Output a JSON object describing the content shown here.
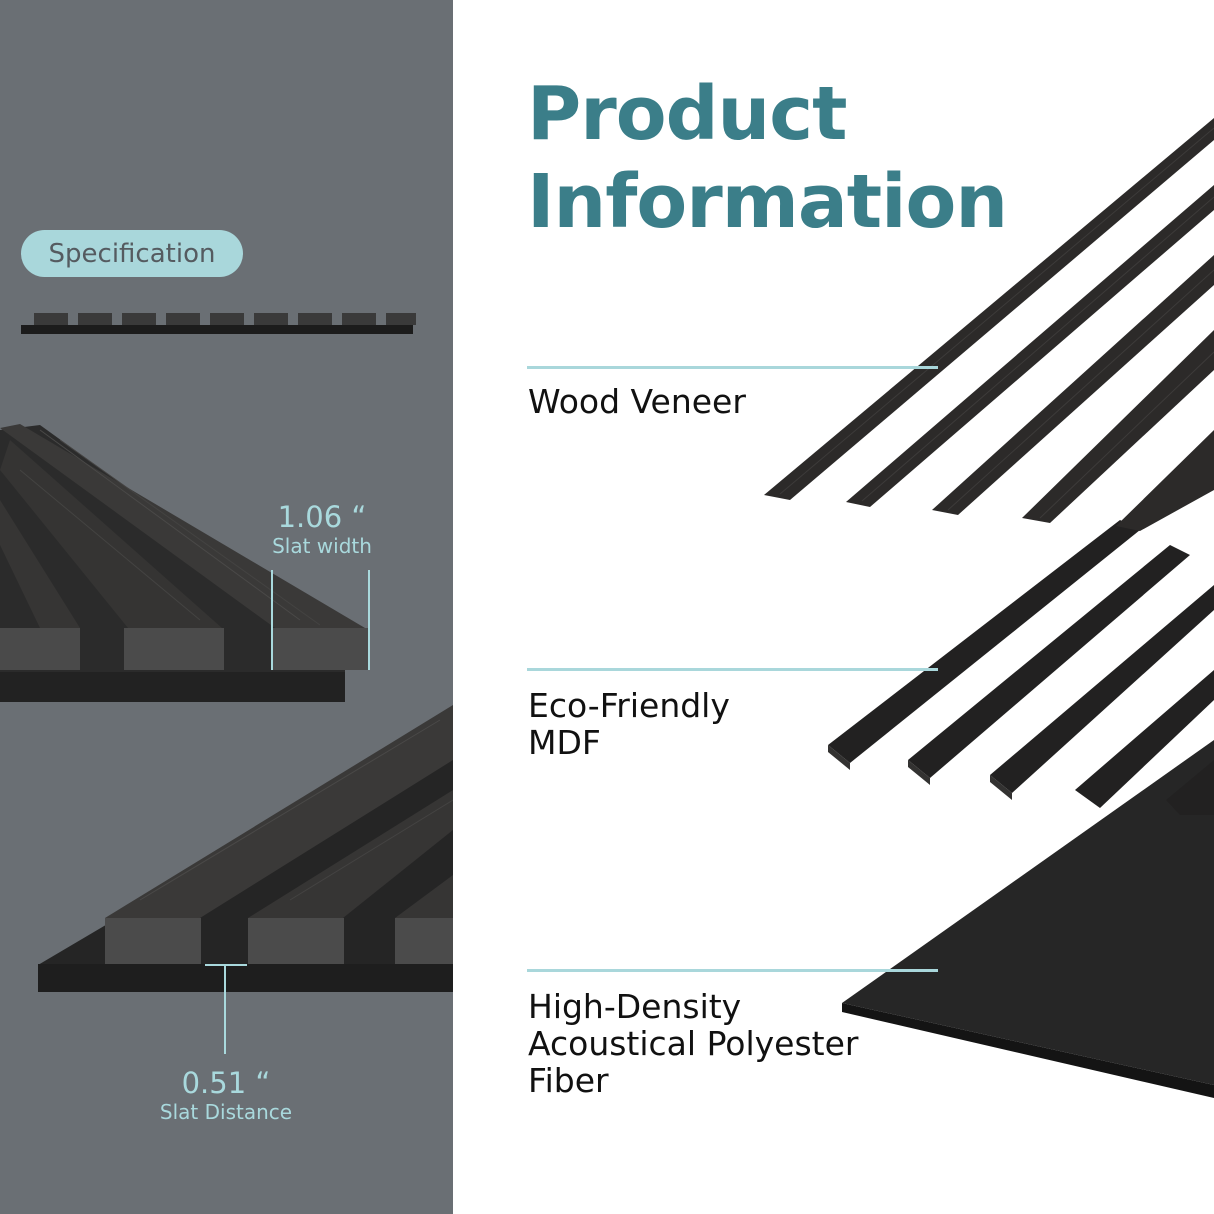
{
  "left_panel": {
    "spec_label": "Specification",
    "slat_width": {
      "value": "1.06 “",
      "caption": "Slat width"
    },
    "slat_distance": {
      "value": "0.51 “",
      "caption": "Slat Distance"
    }
  },
  "title": {
    "line1": "Product",
    "line2": "Information"
  },
  "layers": [
    {
      "label": "Wood Veneer"
    },
    {
      "label": "Eco-Friendly\nMDF"
    },
    {
      "label": "High-Density\nAcoustical Polyester\nFiber"
    }
  ],
  "colors": {
    "left_panel_bg": "#6a6f74",
    "accent": "#a9d7db",
    "title": "#3b7e89",
    "slat": "#2e2c2b"
  }
}
